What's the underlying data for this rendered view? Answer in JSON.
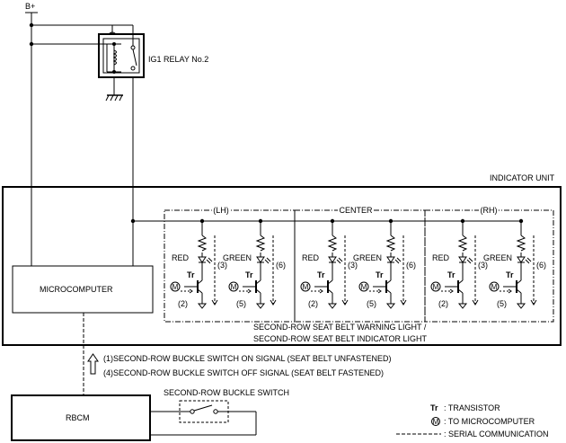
{
  "supply": {
    "label": "B+"
  },
  "relay": {
    "label": "IG1 RELAY No.2"
  },
  "indicator_unit": {
    "title": "INDICATOR UNIT"
  },
  "microcomputer": {
    "label": "MICROCOMPUTER"
  },
  "groups": {
    "lh": {
      "label": "(LH)"
    },
    "center": {
      "label": "CENTER"
    },
    "rh": {
      "label": "(RH)"
    }
  },
  "channel": {
    "red_label": "RED",
    "green_label": "GREEN",
    "red_light_num": "(3)",
    "green_light_num": "(6)",
    "red_tr_num": "(2)",
    "green_tr_num": "(5)",
    "tr_label": "Tr",
    "m_symbol": "M"
  },
  "light_caption": {
    "line1": "SECOND-ROW SEAT BELT WARNING LIGHT /",
    "line2": "SECOND-ROW SEAT BELT INDICATOR LIGHT"
  },
  "signals": {
    "on": "(1)SECOND-ROW BUCKLE SWITCH ON SIGNAL (SEAT BELT UNFASTENED)",
    "off": "(4)SECOND-ROW BUCKLE SWITCH OFF SIGNAL (SEAT BELT FASTENED)"
  },
  "buckle_switch": {
    "label": "SECOND-ROW BUCKLE SWITCH"
  },
  "rbcm": {
    "label": "RBCM"
  },
  "legend": {
    "tr_key": "Tr",
    "tr_text": ": TRANSISTOR",
    "m_key": "M",
    "m_text": ": TO MICROCOMPUTER",
    "serial_text": ": SERIAL COMMUNICATION"
  }
}
